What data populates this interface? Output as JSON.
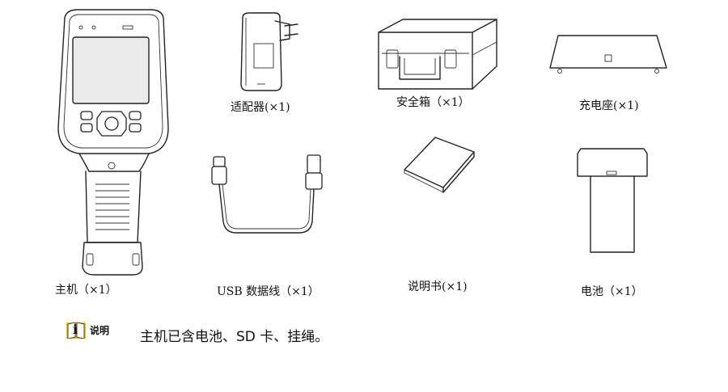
{
  "items": [
    {
      "id": "main-unit",
      "label": "主机（×1）",
      "icon": "thermal-camera-icon"
    },
    {
      "id": "adapter",
      "label": "适配器(×1)",
      "icon": "power-adapter-icon"
    },
    {
      "id": "safety-box",
      "label": "安全箱（×1）",
      "icon": "carrying-case-icon"
    },
    {
      "id": "charging-base",
      "label": "充电座(×1)",
      "icon": "charging-dock-icon"
    },
    {
      "id": "usb-cable",
      "label": "USB 数据线（×1）",
      "icon": "usb-cable-icon"
    },
    {
      "id": "manual",
      "label": "说明书(×1)",
      "icon": "manual-booklet-icon"
    },
    {
      "id": "battery",
      "label": "电池（×1）",
      "icon": "battery-icon"
    }
  ],
  "note": {
    "icon": "info-book-icon",
    "icon_text": "i",
    "label": "说明",
    "text": "主机已含电池、SD 卡、挂绳。",
    "accent_color": "#f5c400"
  }
}
